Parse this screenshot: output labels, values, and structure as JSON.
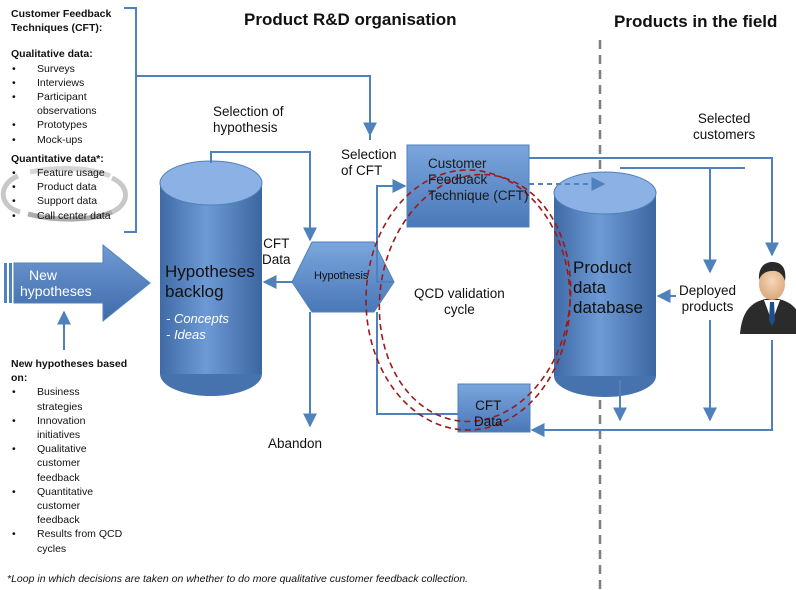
{
  "titles": {
    "rnd": "Product R&D organisation",
    "field": "Products in the field"
  },
  "sidebar": {
    "cft_title_1": "Customer Feedback",
    "cft_title_2": "Techniques (CFT):",
    "qual_heading": "Qualitative data:",
    "qual_items": [
      "Surveys",
      "Interviews",
      "Participant",
      "observations",
      "Prototypes",
      "Mock-ups"
    ],
    "quant_heading": "Quantitative data*:",
    "quant_items": [
      "Feature usage",
      "Product data",
      "Support data",
      "Call center data"
    ],
    "new_heading_1": "New hypotheses based",
    "new_heading_2": "on:",
    "new_items": [
      [
        "Business",
        "strategies"
      ],
      [
        "Innovation",
        "initiatives"
      ],
      [
        "Qualitative",
        "customer",
        "feedback"
      ],
      [
        "Quantitative",
        "customer",
        "feedback"
      ],
      [
        "Results from QCD",
        "cycles"
      ]
    ]
  },
  "diagram": {
    "new_hypotheses": [
      "New",
      "hypotheses"
    ],
    "backlog_title": [
      "Hypotheses",
      "backlog"
    ],
    "backlog_items": [
      "- Concepts",
      "- Ideas"
    ],
    "selection_hypothesis": [
      "Selection of",
      "hypothesis"
    ],
    "cft_data_label": [
      "CFT",
      "Data"
    ],
    "hypothesis": "Hypothesis",
    "abandon": "Abandon",
    "selection_cft": [
      "Selection",
      "of CFT"
    ],
    "cft_box": [
      "Customer",
      "Feedback",
      "Technique (CFT)"
    ],
    "qcd_cycle": [
      "QCD validation",
      "cycle"
    ],
    "cft_data_box": [
      "CFT",
      "Data"
    ],
    "product_db": [
      "Product",
      "data",
      "database"
    ],
    "selected_customers": [
      "Selected",
      "customers"
    ],
    "deployed_products": [
      "Deployed",
      "products"
    ]
  },
  "footnote": "*Loop in which decisions are taken on whether to do more qualitative customer feedback collection.",
  "colors": {
    "accent": "#4F81BD",
    "accent_dark": "#385D8A",
    "loop": "#9B1B1B"
  }
}
